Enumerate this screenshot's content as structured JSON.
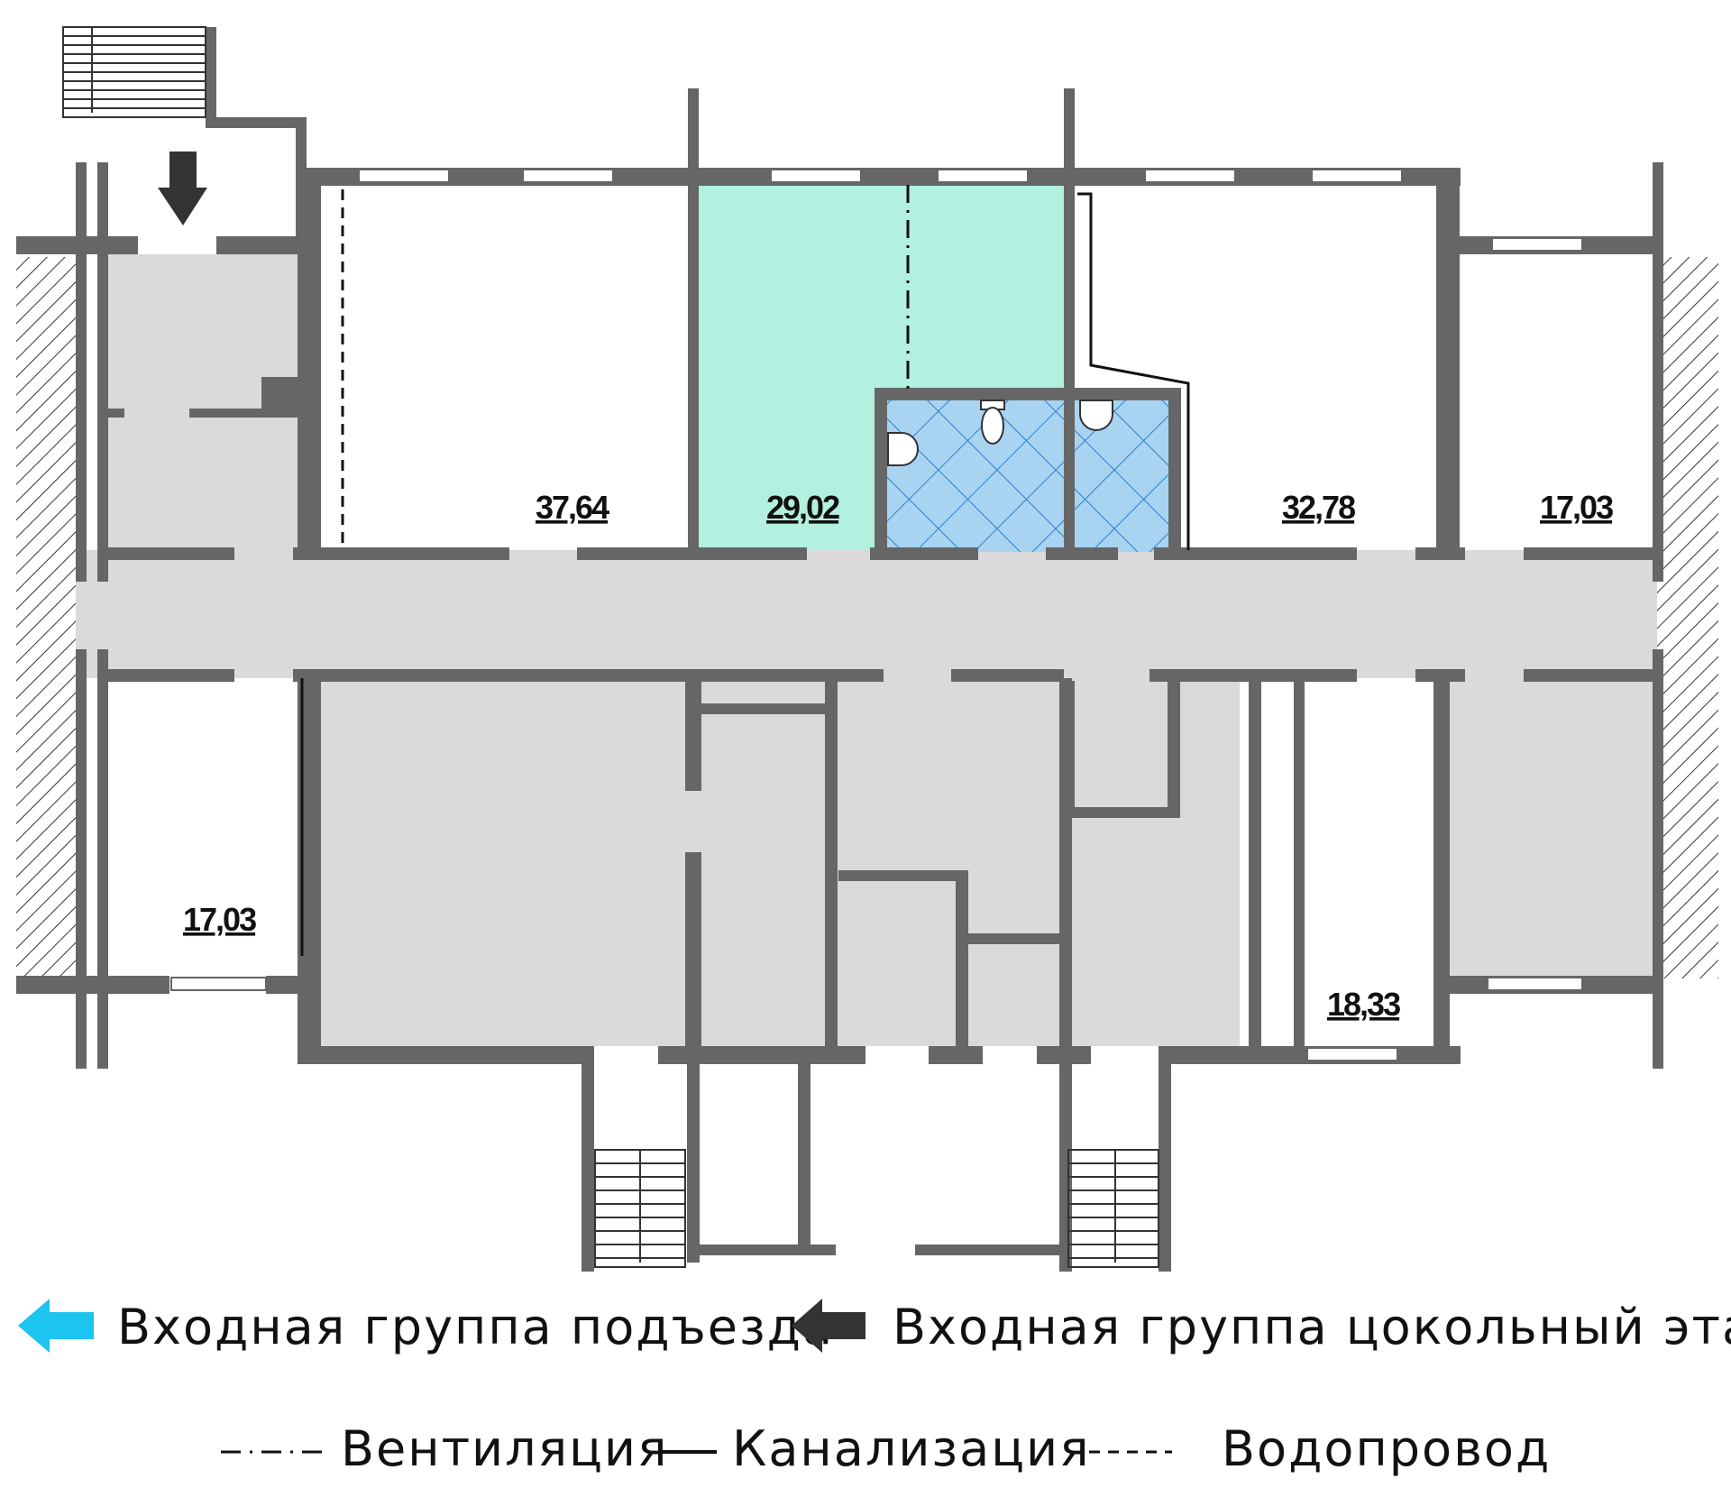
{
  "rooms": [
    {
      "id": "room-1",
      "area": "37,64"
    },
    {
      "id": "room-2",
      "area": "29,02",
      "highlighted": true
    },
    {
      "id": "room-3",
      "area": "32,78"
    },
    {
      "id": "room-4",
      "area": "17,03"
    },
    {
      "id": "room-5",
      "area": "17,03"
    },
    {
      "id": "room-6",
      "area": "18,33"
    }
  ],
  "legend": {
    "entrance_main": "Входная группа подъезда",
    "entrance_basement": "Входная группа цокольный этаж",
    "ventilation": "Вентиляция",
    "sewerage": "Канализация",
    "water": "Водопровод"
  },
  "colors": {
    "wall": "#666666",
    "common_area": "#dadada",
    "highlight_room": "#b2f0e0",
    "bathroom": "#a8d4f2",
    "bathroom_grid": "#2b7fd0",
    "entrance_main_arrow": "#1ec4f0",
    "entrance_basement_arrow": "#333333"
  }
}
